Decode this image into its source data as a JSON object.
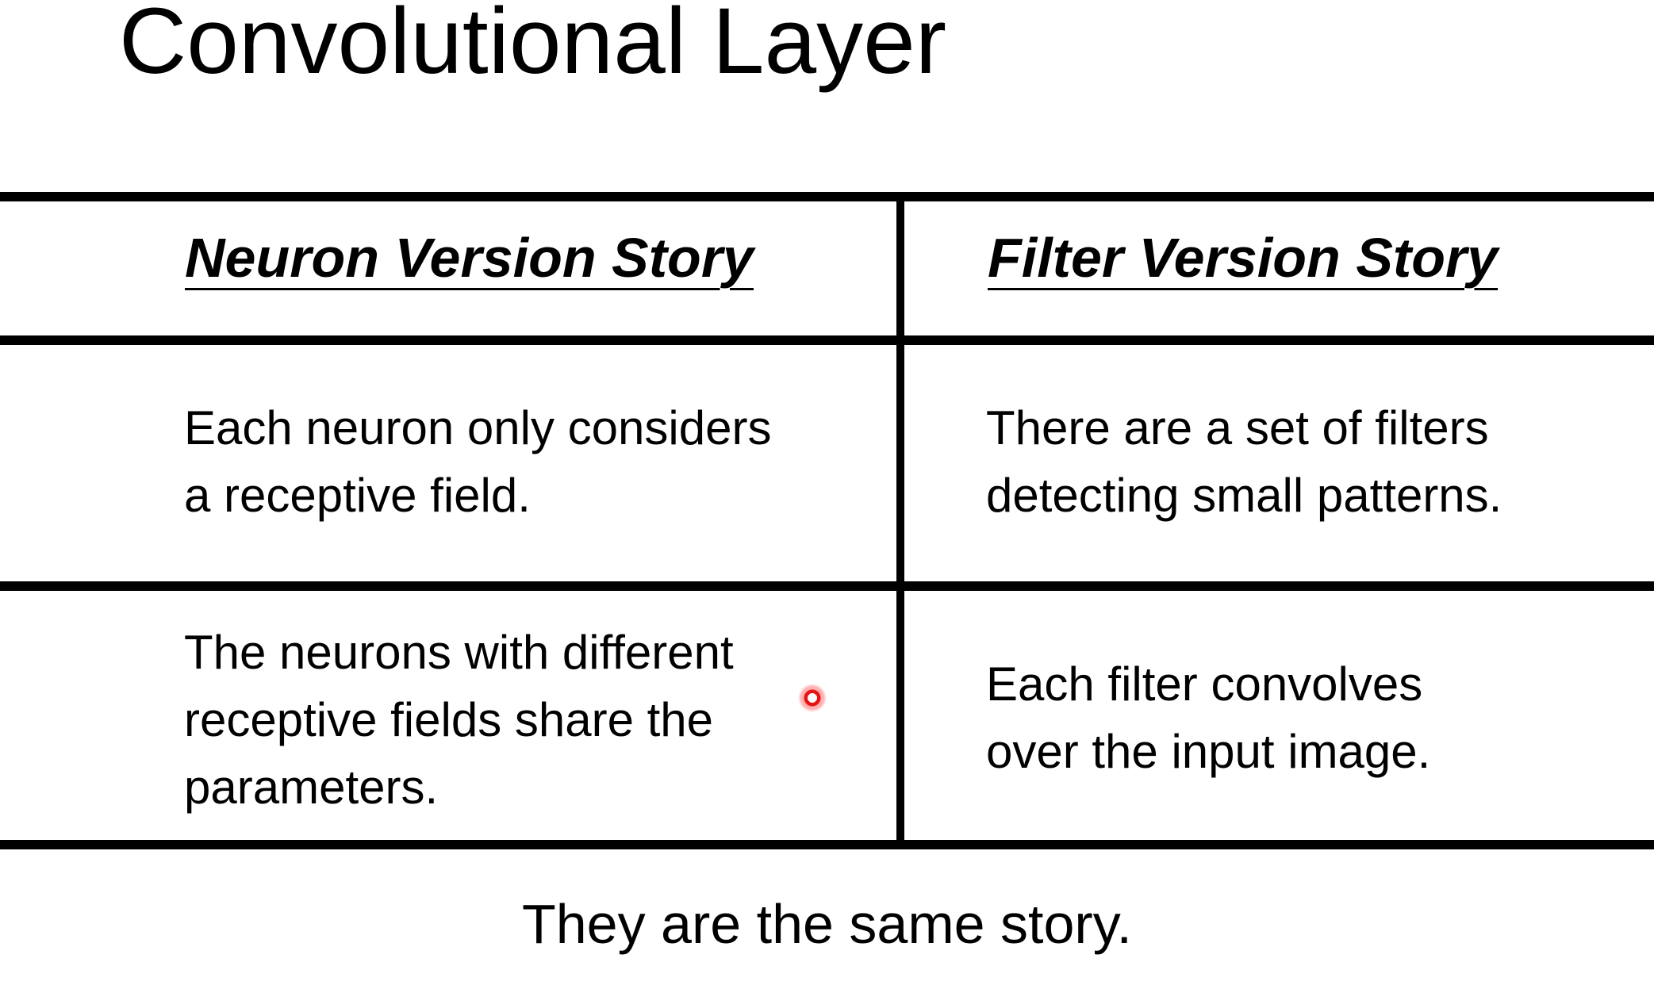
{
  "slide": {
    "title": "Convolutional Layer"
  },
  "table": {
    "headers": [
      "Neuron Version Story",
      "Filter Version Story"
    ],
    "rows": [
      {
        "neuron": [
          "Each neuron only considers",
          "a receptive field."
        ],
        "filter": [
          "There are a set of filters",
          "detecting small patterns."
        ]
      },
      {
        "neuron": [
          "The neurons with different",
          "receptive fields share the",
          "parameters."
        ],
        "filter": [
          "Each filter convolves",
          "over the input image."
        ]
      }
    ]
  },
  "footer": {
    "text": "They are the same story."
  },
  "colors": {
    "pointer": "#e61414",
    "lines": "#000000"
  }
}
